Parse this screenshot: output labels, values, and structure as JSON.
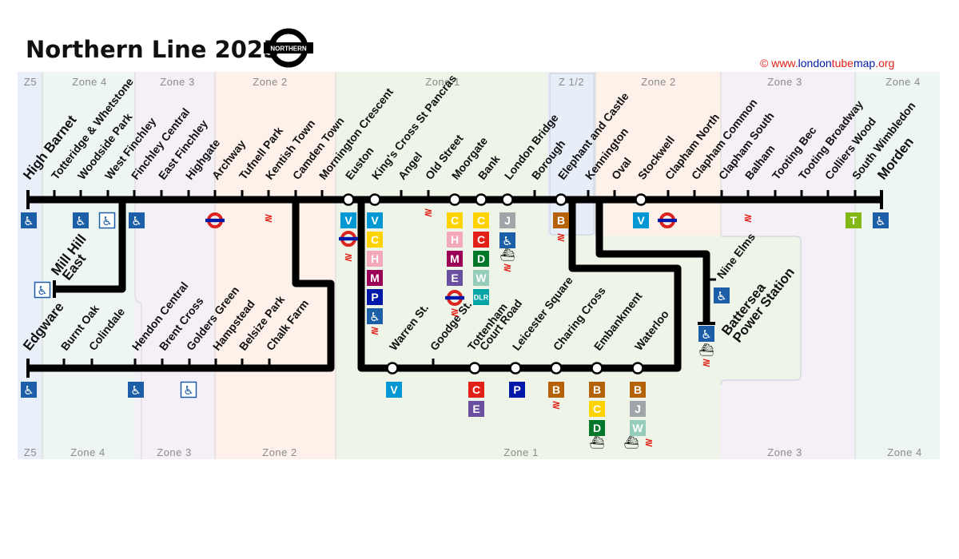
{
  "title": "Northern Line 2025",
  "copyright": {
    "prefix": "© www.",
    "london": "london",
    "tube": "tube",
    "map": "map",
    "suffix": ".org"
  },
  "roundel_text": "NORTHERN",
  "colors": {
    "line": "#000000",
    "copy_red": "#e32017",
    "copy_blue": "#0019a8",
    "accessible": "#1c5fa8",
    "roundel_red": "#dc241f",
    "roundel_blue": "#0019a8"
  },
  "zones": {
    "top": [
      "Z5",
      "Zone 4",
      "Zone 3",
      "Zone 2",
      "Zone 1",
      "Z 1/2",
      "Zone 2",
      "Zone 3",
      "Zone 4"
    ],
    "bottom": [
      "Z5",
      "Zone 4",
      "Zone 3",
      "Zone 2",
      "Zone 1",
      "Zone 3",
      "Zone 4"
    ]
  },
  "stations": {
    "high_barnet": "High Barnet",
    "totteridge": "Totteridge & Whetstone",
    "woodside_park": "Woodside Park",
    "west_finchley": "West Finchley",
    "finchley_central": "Finchley Central",
    "east_finchley": "East Finchley",
    "highgate": "Highgate",
    "archway": "Archway",
    "tufnell_park": "Tufnell Park",
    "kentish_town": "Kentish Town",
    "camden_town": "Camden Town",
    "mornington_crescent": "Mornington Crescent",
    "euston": "Euston",
    "kings_cross": "King's Cross St Pancras",
    "angel": "Angel",
    "old_street": "Old Street",
    "moorgate": "Moorgate",
    "bank": "Bank",
    "london_bridge": "London Bridge",
    "borough": "Borough",
    "elephant_castle": "Elephant and Castle",
    "kennington": "Kennington",
    "oval": "Oval",
    "stockwell": "Stockwell",
    "clapham_north": "Clapham North",
    "clapham_common": "Clapham Common",
    "clapham_south": "Clapham South",
    "balham": "Balham",
    "tooting_bec": "Tooting Bec",
    "tooting_broadway": "Tooting Broadway",
    "colliers_wood": "Colliers Wood",
    "south_wimbledon": "South Wimbledon",
    "morden": "Morden",
    "mill_hill_east_1": "Mill Hill",
    "mill_hill_east_2": "East",
    "edgware": "Edgware",
    "burnt_oak": "Burnt Oak",
    "colindale": "Colindale",
    "hendon_central": "Hendon Central",
    "brent_cross": "Brent Cross",
    "golders_green": "Golders Green",
    "hampstead": "Hampstead",
    "belsize_park": "Belsize Park",
    "chalk_farm": "Chalk Farm",
    "warren_st": "Warren St.",
    "goodge_st": "Goodge St.",
    "tottenham_court_road_1": "Tottenham",
    "tottenham_court_road_2": "Court Road",
    "leicester_square": "Leicester Square",
    "charing_cross": "Charing Cross",
    "embankment": "Embankment",
    "waterloo": "Waterloo",
    "nine_elms": "Nine Elms",
    "battersea_1": "Battersea",
    "battersea_2": "Power Station"
  },
  "interchange_codes": {
    "V": "V",
    "C": "C",
    "H": "H",
    "M": "M",
    "P": "P",
    "E": "E",
    "D": "D",
    "W": "W",
    "J": "J",
    "B": "B",
    "T": "T",
    "DLR": "DLR"
  },
  "symbols": {
    "rail": "≷",
    "boat": "⛴",
    "wheelchair": "♿"
  }
}
